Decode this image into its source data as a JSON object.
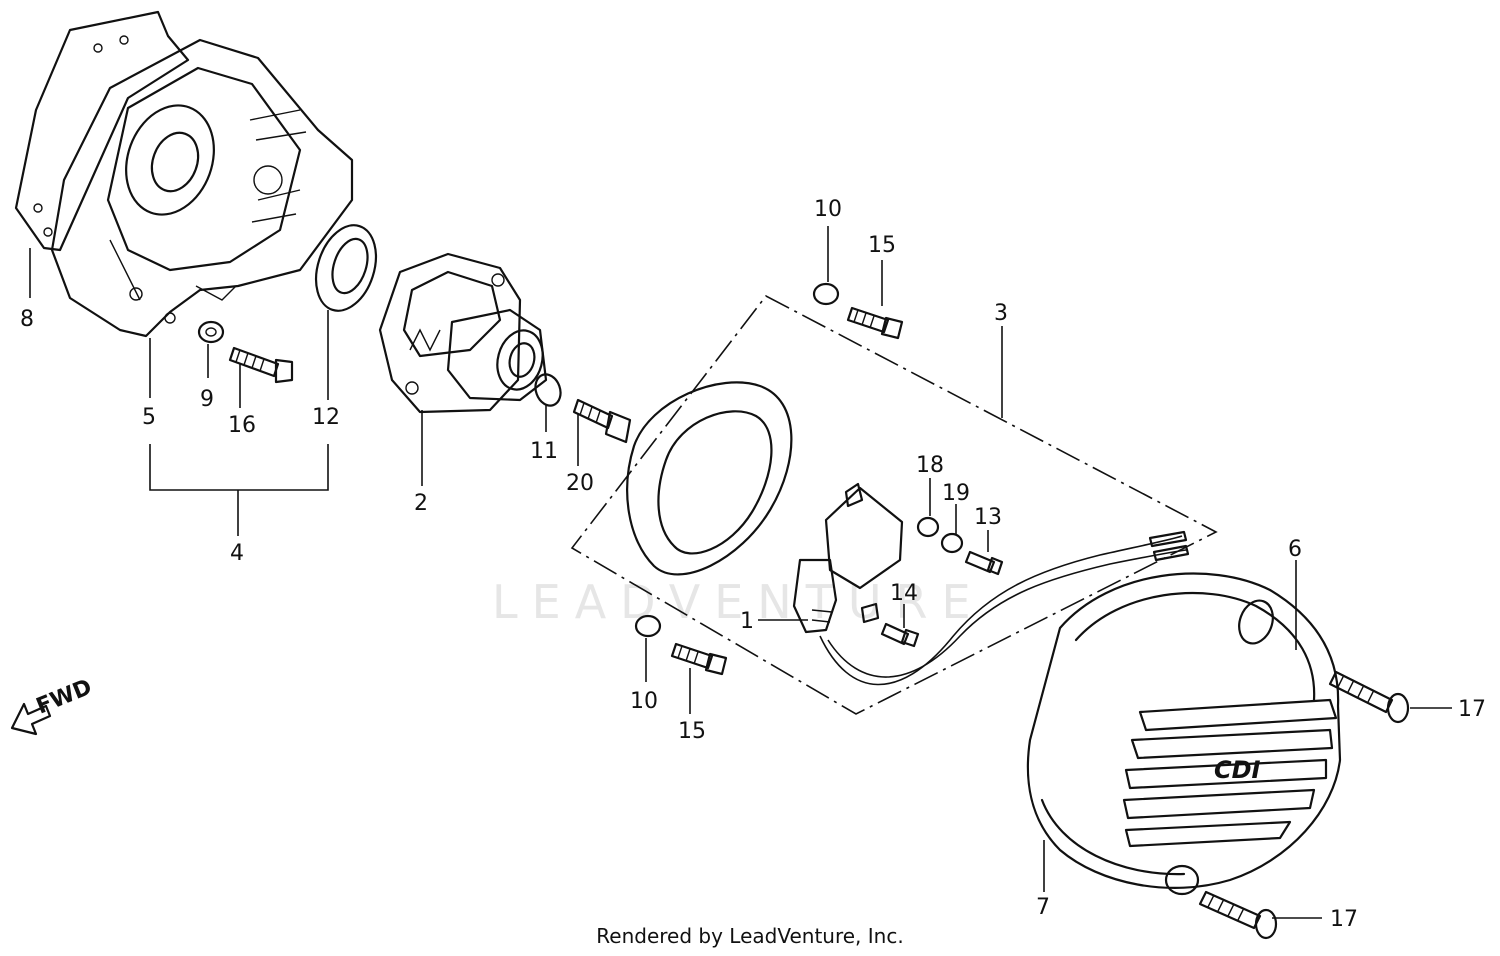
{
  "diagram": {
    "watermark": "LEADVENTURE",
    "footer": "Rendered by LeadVenture, Inc.",
    "direction_label": "FWD",
    "cover_text": "CDI",
    "callouts": [
      {
        "id": "c-8",
        "label": "8"
      },
      {
        "id": "c-5",
        "label": "5"
      },
      {
        "id": "c-9",
        "label": "9"
      },
      {
        "id": "c-16",
        "label": "16"
      },
      {
        "id": "c-12",
        "label": "12"
      },
      {
        "id": "c-4",
        "label": "4"
      },
      {
        "id": "c-2",
        "label": "2"
      },
      {
        "id": "c-11",
        "label": "11"
      },
      {
        "id": "c-20",
        "label": "20"
      },
      {
        "id": "c-10a",
        "label": "10"
      },
      {
        "id": "c-15a",
        "label": "15"
      },
      {
        "id": "c-3",
        "label": "3"
      },
      {
        "id": "c-18",
        "label": "18"
      },
      {
        "id": "c-19",
        "label": "19"
      },
      {
        "id": "c-13",
        "label": "13"
      },
      {
        "id": "c-14",
        "label": "14"
      },
      {
        "id": "c-1",
        "label": "1"
      },
      {
        "id": "c-10b",
        "label": "10"
      },
      {
        "id": "c-15b",
        "label": "15"
      },
      {
        "id": "c-6",
        "label": "6"
      },
      {
        "id": "c-7",
        "label": "7"
      },
      {
        "id": "c-17a",
        "label": "17"
      },
      {
        "id": "c-17b",
        "label": "17"
      }
    ]
  }
}
